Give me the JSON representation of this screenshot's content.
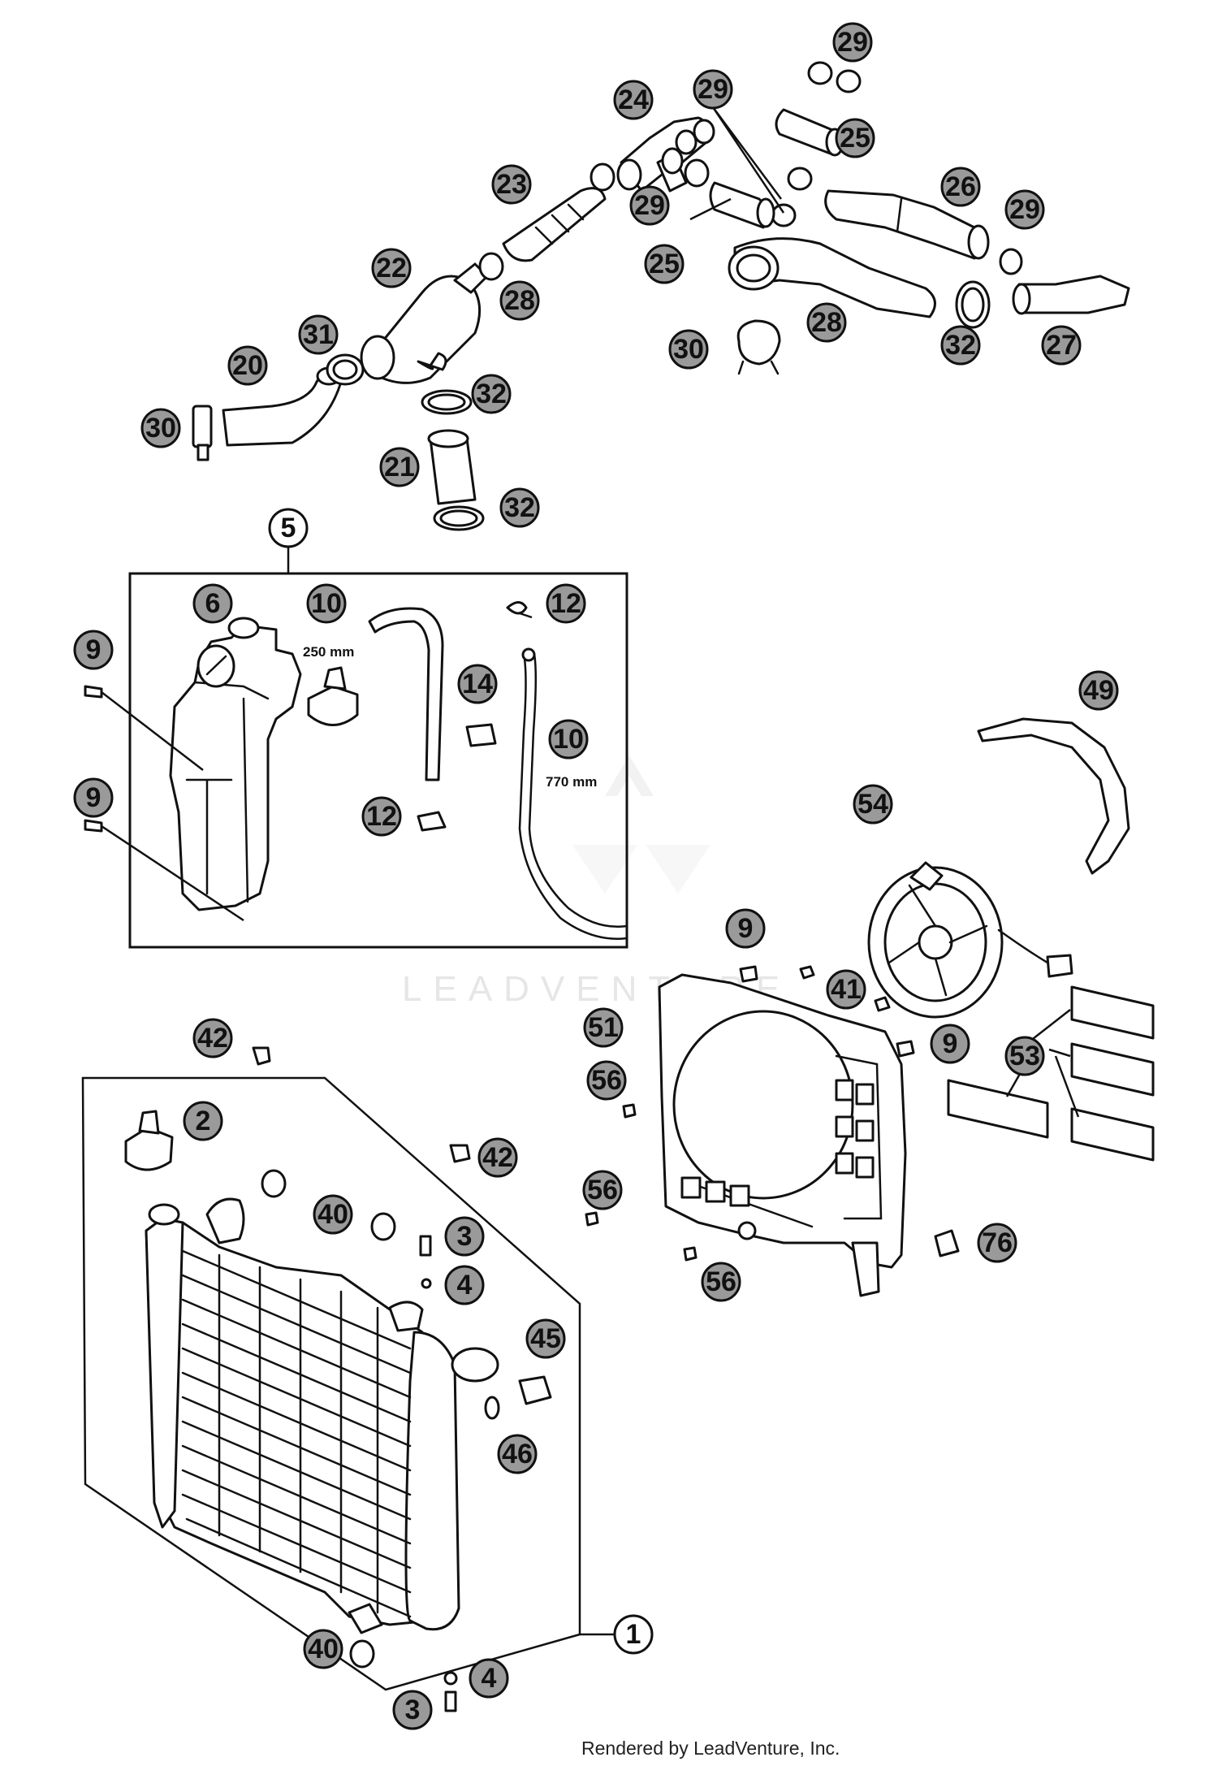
{
  "watermark": "LEADVENTURE",
  "credit": "Rendered by LeadVenture, Inc.",
  "dimensions": [
    "250 mm",
    "770 mm"
  ],
  "callouts": {
    "c1": "1",
    "c2": "2",
    "c3a": "3",
    "c3b": "3",
    "c4a": "4",
    "c4b": "4",
    "c5": "5",
    "c6": "6",
    "c9a": "9",
    "c9b": "9",
    "c9c": "9",
    "c9d": "9",
    "c10a": "10",
    "c10b": "10",
    "c12a": "12",
    "c12b": "12",
    "c14": "14",
    "c20": "20",
    "c21": "21",
    "c22": "22",
    "c23": "23",
    "c24": "24",
    "c25a": "25",
    "c25b": "25",
    "c26": "26",
    "c27": "27",
    "c28a": "28",
    "c28b": "28",
    "c29a": "29",
    "c29b": "29",
    "c29c": "29",
    "c29d": "29",
    "c30a": "30",
    "c30b": "30",
    "c31": "31",
    "c32a": "32",
    "c32b": "32",
    "c32c": "32",
    "c40a": "40",
    "c40b": "40",
    "c41": "41",
    "c42a": "42",
    "c42b": "42",
    "c45": "45",
    "c46": "46",
    "c49": "49",
    "c51": "51",
    "c53": "53",
    "c54": "54",
    "c56a": "56",
    "c56b": "56",
    "c56c": "56",
    "c76": "76"
  }
}
